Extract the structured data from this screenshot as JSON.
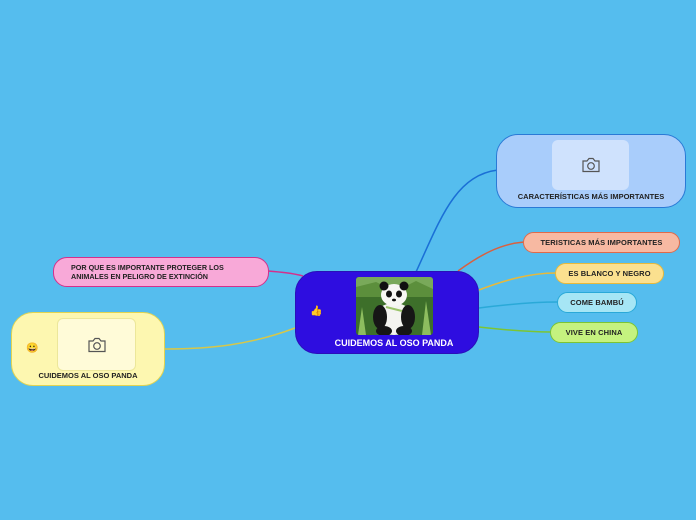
{
  "diagram": {
    "central": {
      "label": "CUIDEMOS AL OSO PANDA",
      "icon": "thumbs-up-icon",
      "photo": "panda-photo"
    },
    "topics": [
      {
        "id": "caracteristicas",
        "label": "CARACTERÍSTICAS MÁS IMPORTANTES",
        "color": "#a9cdfb",
        "border": "#2a7ad6",
        "image": "camera-icon"
      },
      {
        "id": "teristicas",
        "label": "TERISTICAS MÁS IMPORTANTES",
        "color": "#f7b9a2",
        "border": "#e06a4a"
      },
      {
        "id": "blanco-negro",
        "label": "ES BLANCO Y NEGRO",
        "color": "#fbe08f",
        "border": "#e8b93a"
      },
      {
        "id": "bambu",
        "label": "COME BAMBÚ",
        "color": "#a6e6f5",
        "border": "#2aa9d8"
      },
      {
        "id": "china",
        "label": "VIVE EN CHINA",
        "color": "#c5f27f",
        "border": "#7cc533"
      },
      {
        "id": "proteger",
        "label_line1": "POR QUE ES IMPORTANTE PROTEGER LOS",
        "label_line2": "ANIMALES EN PELIGRO DE EXTINCIÓN",
        "color": "#f8a9d8",
        "border": "#d4308c"
      },
      {
        "id": "cuidemos",
        "label": "CUIDEMOS AL OSO PANDA",
        "color": "#fdf7b0",
        "border": "#e2d450",
        "icon": "smiley-icon",
        "image": "camera-icon"
      }
    ]
  }
}
